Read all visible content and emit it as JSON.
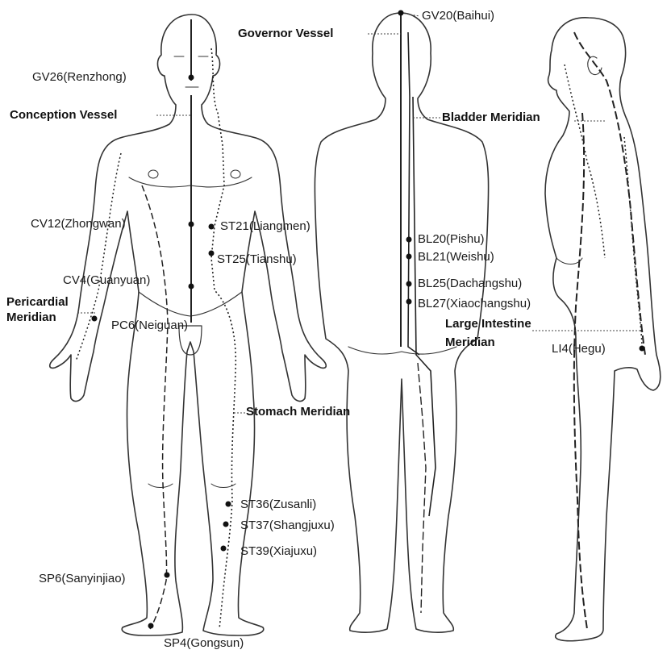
{
  "points": {
    "gv20": "GV20(Baihui)",
    "gv26": "GV26(Renzhong)",
    "cv12": "CV12(Zhongwan)",
    "cv4": "CV4(Guanyuan)",
    "st21": "ST21(Liangmen)",
    "st25": "ST25(Tianshu)",
    "pc6": "PC6(Neiguan)",
    "st36": "ST36(Zusanli)",
    "st37": "ST37(Shangjuxu)",
    "st39": "ST39(Xiajuxu)",
    "sp6": "SP6(Sanyinjiao)",
    "sp4": "SP4(Gongsun)",
    "bl20": "BL20(Pishu)",
    "bl21": "BL21(Weishu)",
    "bl25": "BL25(Dachangshu)",
    "bl27": "BL27(Xiaochangshu)",
    "li4": "LI4(Hegu)"
  },
  "meridians": {
    "governor": "Governor Vessel",
    "conception": "Conception Vessel",
    "bladder": "Bladder Meridian",
    "pericardial_1": "Pericardial",
    "pericardial_2": "Meridian",
    "large_intestine_1": "Large Intestine",
    "large_intestine_2": "Meridian",
    "stomach": "Stomach Meridian"
  },
  "colors": {
    "line": "#222222",
    "text": "#1a1a1a"
  }
}
